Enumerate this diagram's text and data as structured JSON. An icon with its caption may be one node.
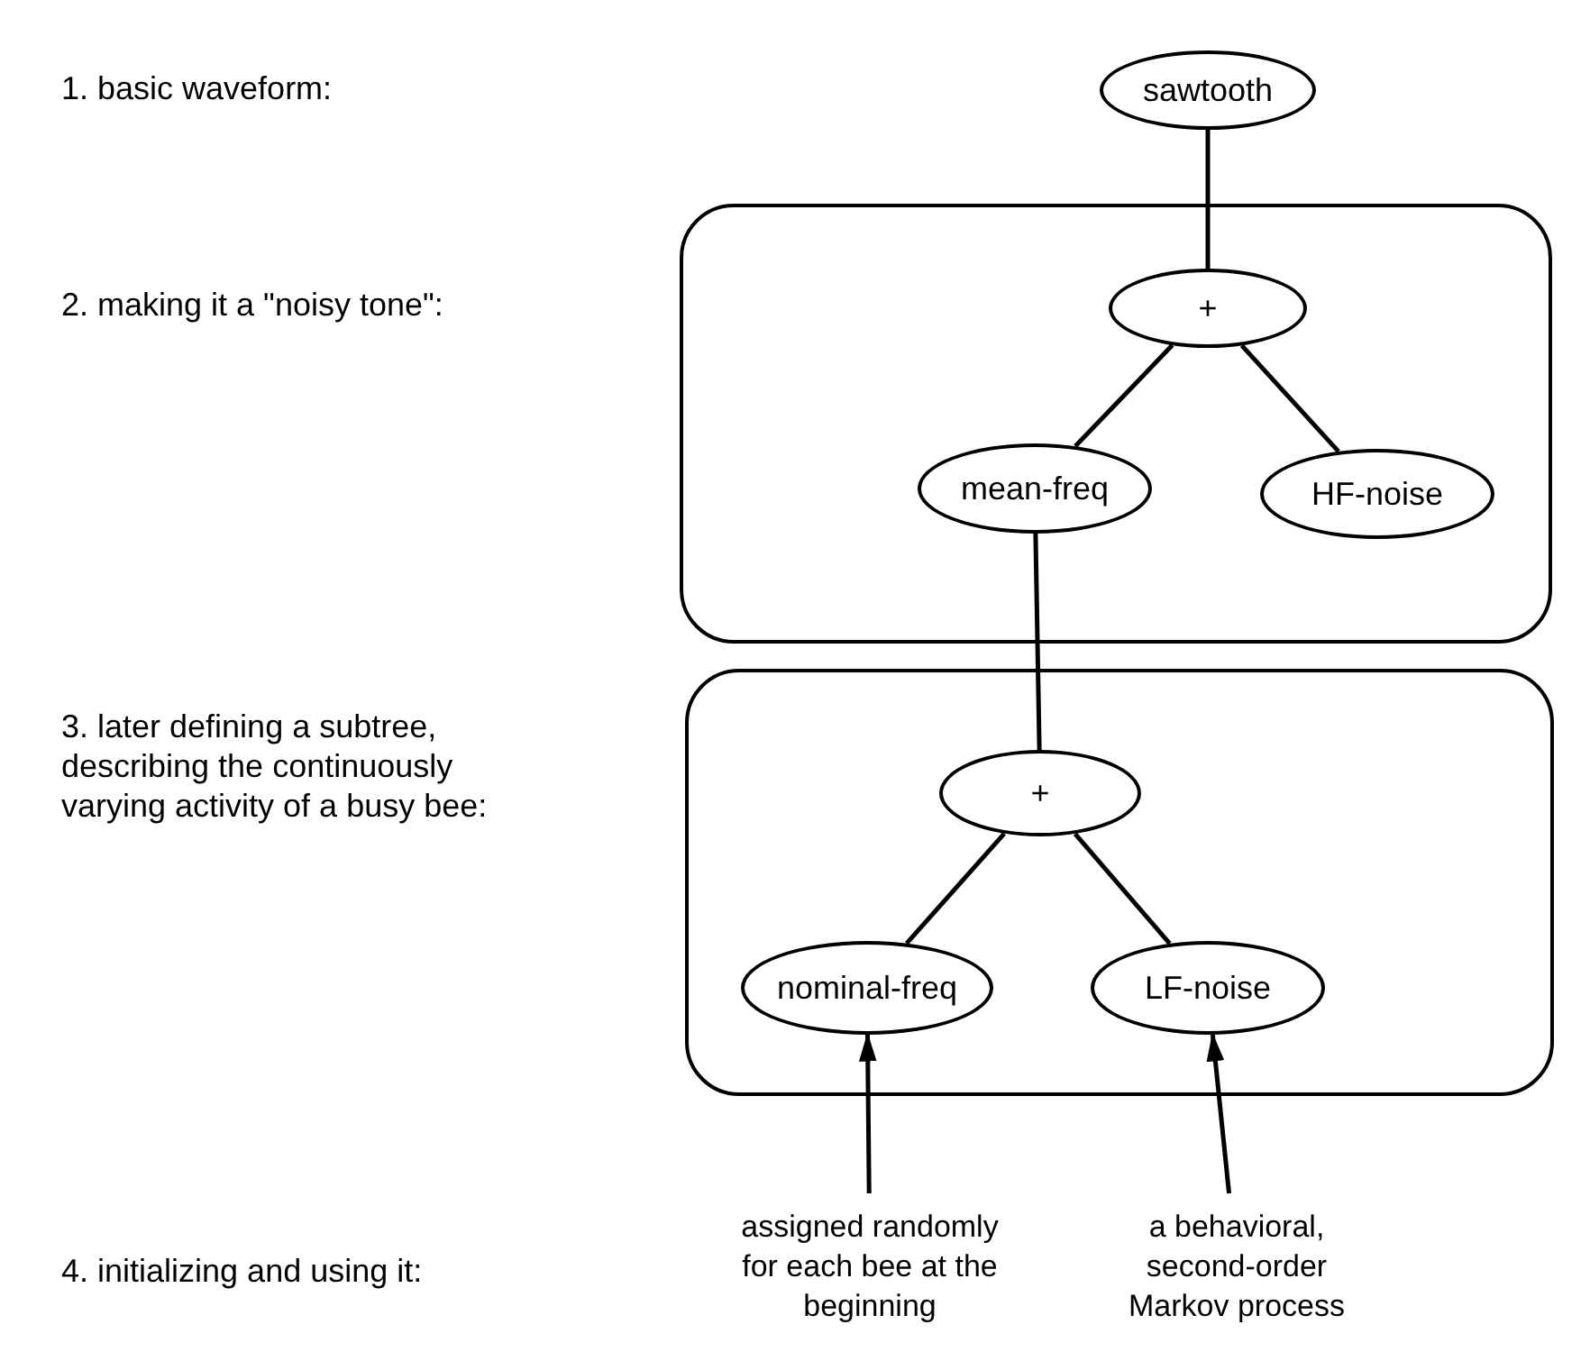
{
  "diagram": {
    "nodes": [
      {
        "text": [
          "sawtooth"
        ]
      },
      {
        "text": [],
        "shape": "box"
      },
      {
        "text": [
          "+"
        ],
        "in": 1
      },
      {
        "text": [
          "mean-freq"
        ],
        "in": 1
      },
      {
        "text": [
          "HF-noise"
        ],
        "in": 1
      },
      {
        "text": [],
        "shape": "box"
      },
      {
        "text": [
          "+"
        ],
        "in": 5
      },
      {
        "text": [
          "nominal-freq"
        ],
        "in": 5
      },
      {
        "text": [
          "LF-noise"
        ],
        "in": 5
      },
      {
        "text": [
          "assigned randomly for each bee at the beginning"
        ]
      },
      {
        "text": [
          "a behavioral, second-order Markov process"
        ]
      }
    ],
    "edges": [
      {
        "from": 0,
        "to": 2,
        "arrow": "none"
      },
      {
        "from": 2,
        "to": 3,
        "arrow": "none"
      },
      {
        "from": 2,
        "to": 4,
        "arrow": "none"
      },
      {
        "from": 3,
        "to": 6,
        "arrow": "none"
      },
      {
        "from": 6,
        "to": 7,
        "arrow": "none"
      },
      {
        "from": 6,
        "to": 8,
        "arrow": "none"
      },
      {
        "from": 9,
        "to": 7,
        "arrow": "to"
      },
      {
        "from": 10,
        "to": 8,
        "arrow": "to"
      }
    ],
    "labels": [
      "1. basic waveform:",
      "2. making it a \"noisy tone\":",
      "3. later defining a subtree, describing the continuously varying activity of a busy bee:",
      "4. initializing and using it:"
    ]
  }
}
